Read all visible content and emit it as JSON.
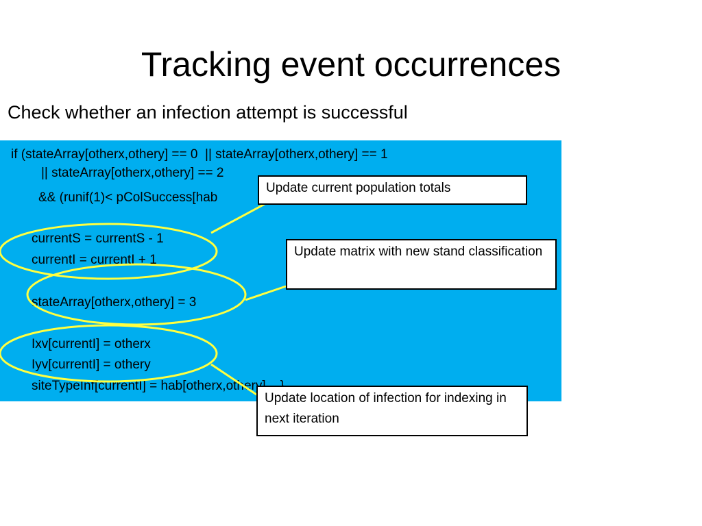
{
  "slide": {
    "title": "Tracking event occurrences",
    "subtitle": "Check whether an infection attempt is successful"
  },
  "code": {
    "lines": [
      "if (stateArray[otherx,othery] == 0  || stateArray[otherx,othery] == 1",
      "|| stateArray[otherx,othery] == 2",
      "&& (runif(1)< pColSuccess[hab",
      "currentS = currentS - 1",
      "currentI = currentI + 1",
      "stateArray[otherx,othery] = 3",
      "Ixv[currentI] = otherx",
      "Iyv[currentI] = othery",
      "siteTypeInf[currentI] = hab[otherx,othery]    }"
    ]
  },
  "callouts": {
    "population": "Update current population totals",
    "matrix": "Update matrix with new stand classification",
    "location": "Update location of infection for indexing in next iteration"
  },
  "colors": {
    "panel": "#00aeef",
    "highlight": "#ffff40"
  }
}
